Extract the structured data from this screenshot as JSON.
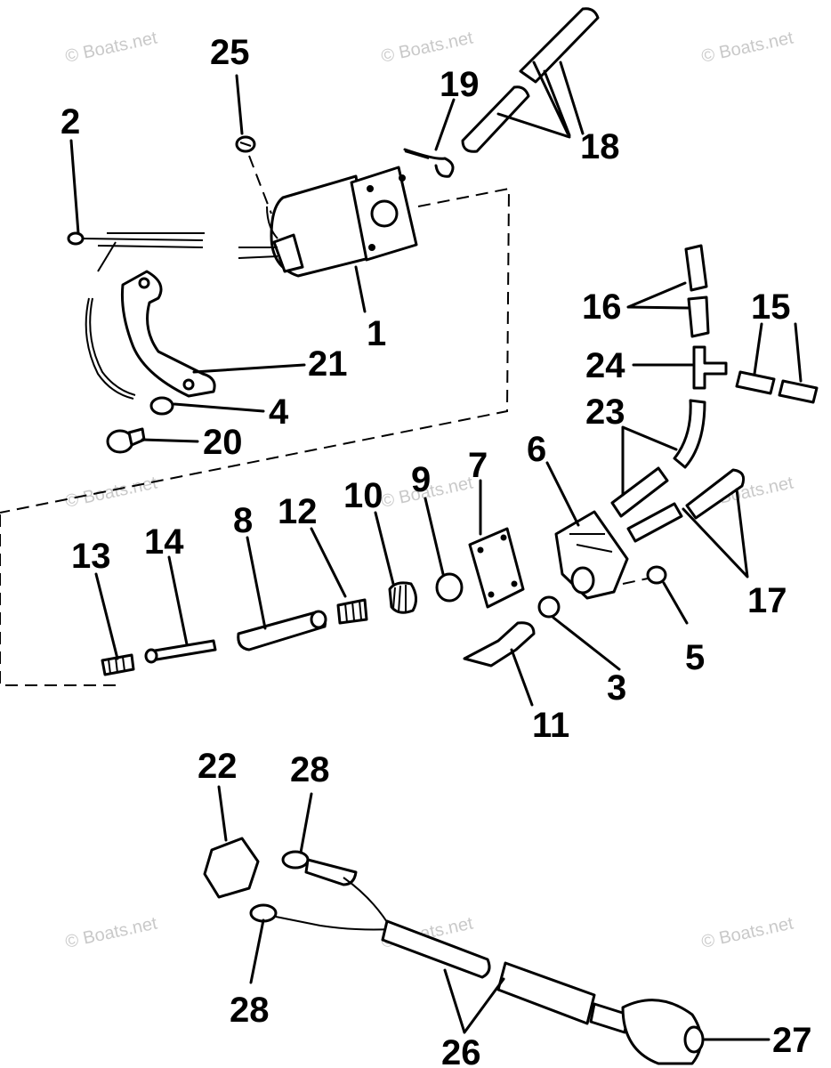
{
  "watermark": "© Boats.net",
  "callouts": {
    "n1": "1",
    "n2": "2",
    "n3": "3",
    "n4": "4",
    "n5": "5",
    "n6": "6",
    "n7": "7",
    "n8": "8",
    "n9": "9",
    "n10": "10",
    "n11": "11",
    "n12": "12",
    "n13": "13",
    "n14": "14",
    "n15": "15",
    "n16": "16",
    "n17": "17",
    "n18": "18",
    "n19": "19",
    "n20": "20",
    "n21": "21",
    "n22": "22",
    "n23": "23",
    "n24": "24",
    "n25": "25",
    "n26": "26",
    "n27": "27",
    "n28a": "28",
    "n28b": "28"
  }
}
